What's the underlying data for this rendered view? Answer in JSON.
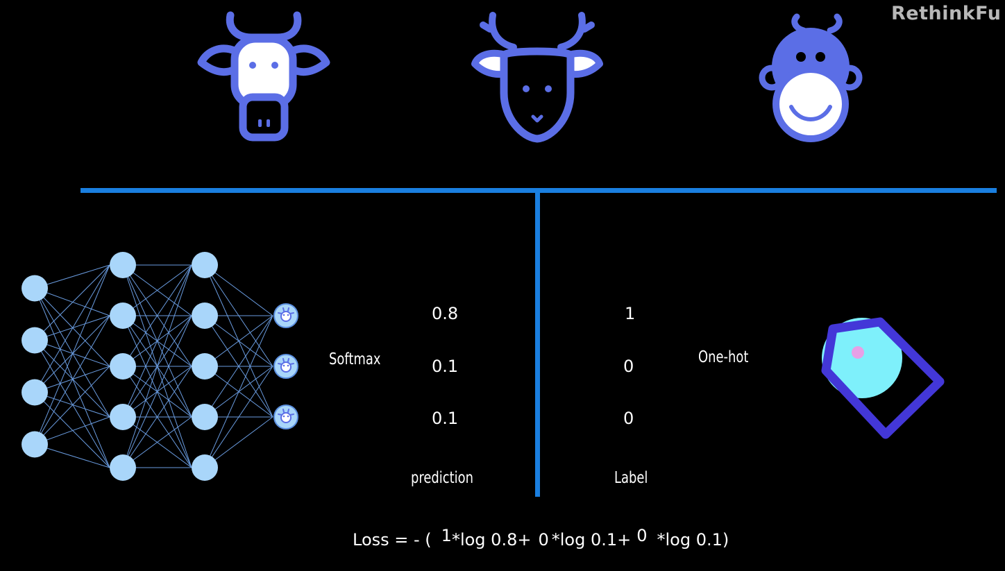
{
  "watermark": "RethinkFu",
  "animals": [
    {
      "name": "cow"
    },
    {
      "name": "deer"
    },
    {
      "name": "monkey"
    }
  ],
  "network": {
    "layers": [
      4,
      5,
      5,
      3
    ],
    "output_icons": [
      "cow-icon",
      "deer-icon",
      "monkey-icon"
    ]
  },
  "softmax_label": "Softmax",
  "onehot_label": "One-hot",
  "prediction": {
    "values": [
      "0.8",
      "0.1",
      "0.1"
    ],
    "caption": "prediction"
  },
  "label": {
    "values": [
      "1",
      "0",
      "0"
    ],
    "caption": "Label"
  },
  "loss": {
    "prefix": "Loss = - (",
    "c1": "1",
    "t1": "*log 0.8+",
    "c2": "0",
    "t2": "*log 0.1+",
    "c3": "0",
    "t3": "*log 0.1",
    "suffix": ")"
  },
  "colors": {
    "background": "#000000",
    "icon_blue": "#5b6ee6",
    "divider_blue": "#1a7fe0",
    "node_fill": "#a9d6fa",
    "edge": "#6a9ce0",
    "shape_cyan": "#7ef0fb",
    "shape_outline": "#4337d8",
    "shape_dot": "#e7a0e6"
  }
}
